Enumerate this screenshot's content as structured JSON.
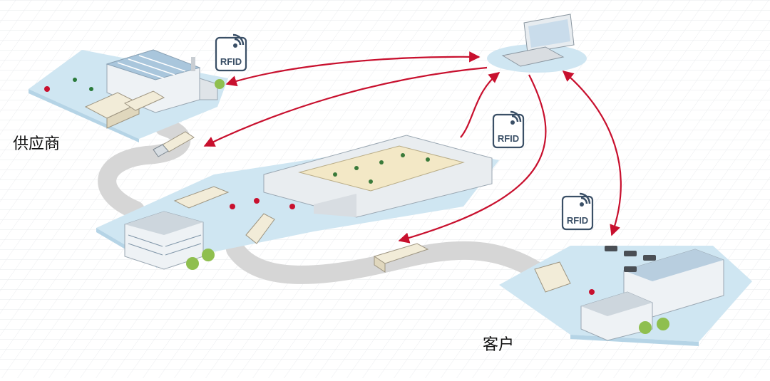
{
  "labels": {
    "supplier": "供应商",
    "customer": "客户"
  },
  "rfid_tags": [
    {
      "text": "RFID"
    },
    {
      "text": "RFID"
    },
    {
      "text": "RFID"
    }
  ],
  "colors": {
    "platform": "#cfe6f2",
    "road": "#dcdcdc",
    "flow_arrow": "#c8102e",
    "rfid_badge": "#3a4f66"
  },
  "icons": [
    "rfid-tag-icon",
    "computer-icon",
    "warehouse-icon",
    "factory-icon",
    "truck-icon",
    "office-building-icon",
    "tree-icon"
  ]
}
